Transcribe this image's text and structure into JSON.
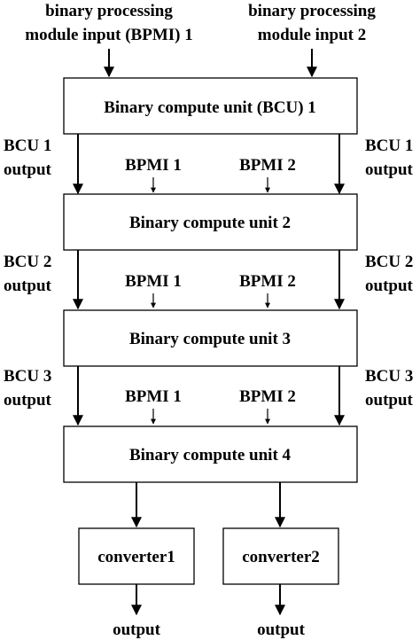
{
  "inputs": {
    "in1_line1": "binary processing",
    "in1_line2": "module input (BPMI) 1",
    "in2_line1": "binary processing",
    "in2_line2": "module input 2"
  },
  "units": {
    "u1": "Binary compute unit (BCU) 1",
    "u2": "Binary compute unit 2",
    "u3": "Binary compute unit 3",
    "u4": "Binary compute unit 4"
  },
  "side_labels": {
    "bcu1_l1": "BCU 1",
    "bcu1_l2": "output",
    "bcu2_l1": "BCU 2",
    "bcu2_l2": "output",
    "bcu3_l1": "BCU 3",
    "bcu3_l2": "output"
  },
  "bpmi": {
    "a": "BPMI 1",
    "b": "BPMI 2"
  },
  "converters": {
    "c1": "converter1",
    "c2": "converter2"
  },
  "outputs": {
    "o1": "output",
    "o2": "output"
  }
}
